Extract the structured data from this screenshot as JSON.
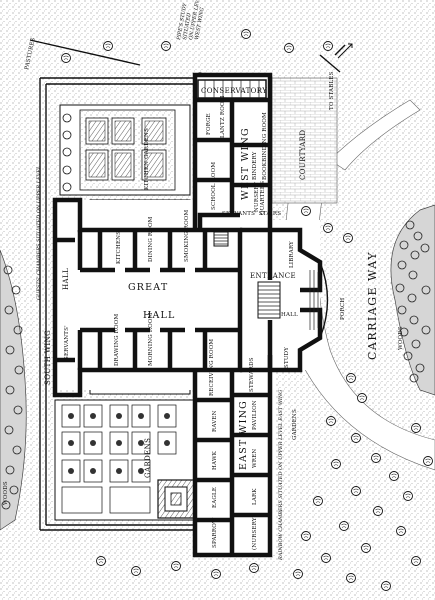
{
  "map": {
    "rooms": {
      "pastures": "PASTURES",
      "pipes_study": "PIPE'S STUDY",
      "pipes_note_1": "SITUATED",
      "pipes_note_2": "ON UPPER LEVEL",
      "pipes_note_3": "WEST WING",
      "conservatory": "CONSERVATORY",
      "to_stables": "TO STABLES",
      "courtyard": "COURTYARD",
      "forge": "FORGE",
      "lantz_room": "LANTZ ROOM",
      "kitchen_gardens": "KITCHEN GARDENS",
      "school_room": "SCHOOL ROOM",
      "west_wing": "WEST WING",
      "bindery": "BINDERY",
      "nursery": "NURSERY",
      "quarters": "QUARTERS",
      "bookbinding_room": "BOOKBINDING ROOM",
      "guest_chambers": "GUESTS' CHAMBERS SITUATED ON UPPER LEVEL",
      "servants_west": "SERVANTS' STAIRS",
      "kitchens": "KITCHENS",
      "dining_room": "DINING ROOM",
      "smoking_room": "SMOKING ROOM",
      "library": "LIBRARY",
      "hall_left": "HALL",
      "great": "GREAT",
      "hall": "HALL",
      "entrance": "ENTRANCE",
      "hall_right": "HALL",
      "porch": "PORCH",
      "carriage_way": "CARRIAGE WAY",
      "woods_east": "WOODS",
      "woods_west": "WOODS",
      "south_wing": "SOUTH WING",
      "servants_south": "SERVANTS'",
      "drawing_room": "DRAWING ROOM",
      "morning_room": "MORNING ROOM",
      "receiving_room": "RECEIVING ROOM",
      "stewards": "STEWARDS",
      "study": "STUDY",
      "raven": "RAVEN",
      "hawk": "HAWK",
      "east_wing": "EAST WING",
      "pavilion": "PAVILION",
      "wren": "WREN",
      "eagle": "EAGLE",
      "lark": "LARK",
      "gardens_south": "GARDENS",
      "gardens_east": "GARDENS",
      "sparrow": "SPARROW",
      "nursery_east": "(NURSERY)",
      "rainbow_chambers": "RAINBOW CHAMBERS SITUATED ON UPPER LEVEL EAST WING"
    }
  }
}
